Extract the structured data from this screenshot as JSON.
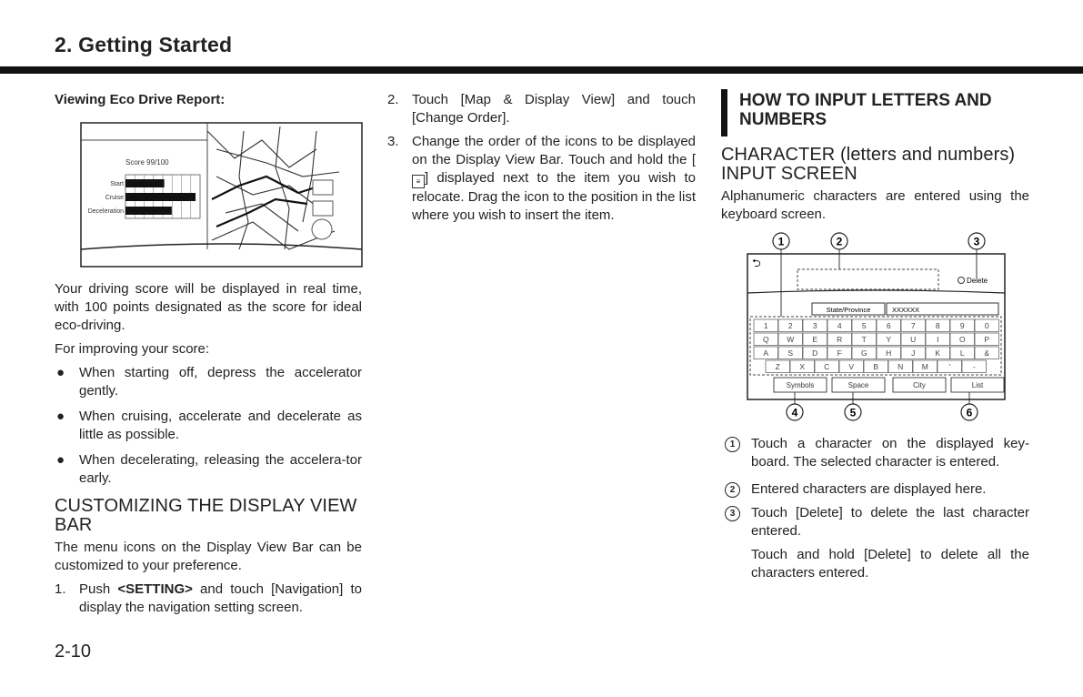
{
  "header": {
    "title": "2. Getting Started"
  },
  "footer": {
    "page_number": "2-10"
  },
  "col1": {
    "subhead": "Viewing Eco Drive Report:",
    "figure": {
      "score_label": "Score 99/100",
      "rows": [
        "Start",
        "Cruise",
        "Deceleration"
      ],
      "bar_fractions": [
        0.52,
        0.94,
        0.62
      ]
    },
    "p1": "Your driving score will be displayed in real time, with 100 points designated as the score for ideal eco-driving.",
    "p2": "For improving your score:",
    "bullets": [
      "When starting off, depress the accelerator gently.",
      "When cruising, accelerate and decelerate as little as possible.",
      "When decelerating, releasing the accelera-tor early."
    ],
    "section_title": "CUSTOMIZING THE DISPLAY VIEW BAR",
    "section_intro": "The menu icons on the Display View Bar can be customized to your preference.",
    "step1_num": "1.",
    "step1_pre": "Push ",
    "step1_bold": "<SETTING>",
    "step1_post": " and touch [Navigation] to display the navigation setting screen."
  },
  "col2": {
    "step2_num": "2.",
    "step2": "Touch [Map & Display View] and touch [Change Order].",
    "step3_num": "3.",
    "step3_a": "Change the order of the icons to be displayed on the Display View Bar. Touch and hold the [",
    "step3_b": "] displayed next to the item you wish to relocate. Drag the icon to the position in the list where you wish to insert the item."
  },
  "col3": {
    "heading": "HOW TO INPUT LETTERS AND NUMBERS",
    "subsection": "CHARACTER (letters and numbers) INPUT SCREEN",
    "intro": "Alphanumeric characters are entered using the keyboard screen.",
    "figure": {
      "delete_label": "Delete",
      "state_label": "State/Province",
      "state_value": "XXXXXX",
      "rows": [
        [
          "1",
          "2",
          "3",
          "4",
          "5",
          "6",
          "7",
          "8",
          "9",
          "0"
        ],
        [
          "Q",
          "W",
          "E",
          "R",
          "T",
          "Y",
          "U",
          "I",
          "O",
          "P"
        ],
        [
          "A",
          "S",
          "D",
          "F",
          "G",
          "H",
          "J",
          "K",
          "L",
          "&"
        ],
        [
          "Z",
          "X",
          "C",
          "V",
          "B",
          "N",
          "M",
          "'",
          "-"
        ]
      ],
      "bottom_buttons": [
        "Symbols",
        "Space",
        "City",
        "List"
      ],
      "callouts": [
        "1",
        "2",
        "3",
        "4",
        "5",
        "6"
      ]
    },
    "items": [
      {
        "num": "1",
        "text": "Touch a character on the displayed key-board. The selected character is entered."
      },
      {
        "num": "2",
        "text": "Entered characters are displayed here."
      },
      {
        "num": "3",
        "text": "Touch [Delete] to delete the last character entered."
      }
    ],
    "item3_extra": "Touch and hold [Delete] to delete all the characters entered."
  }
}
